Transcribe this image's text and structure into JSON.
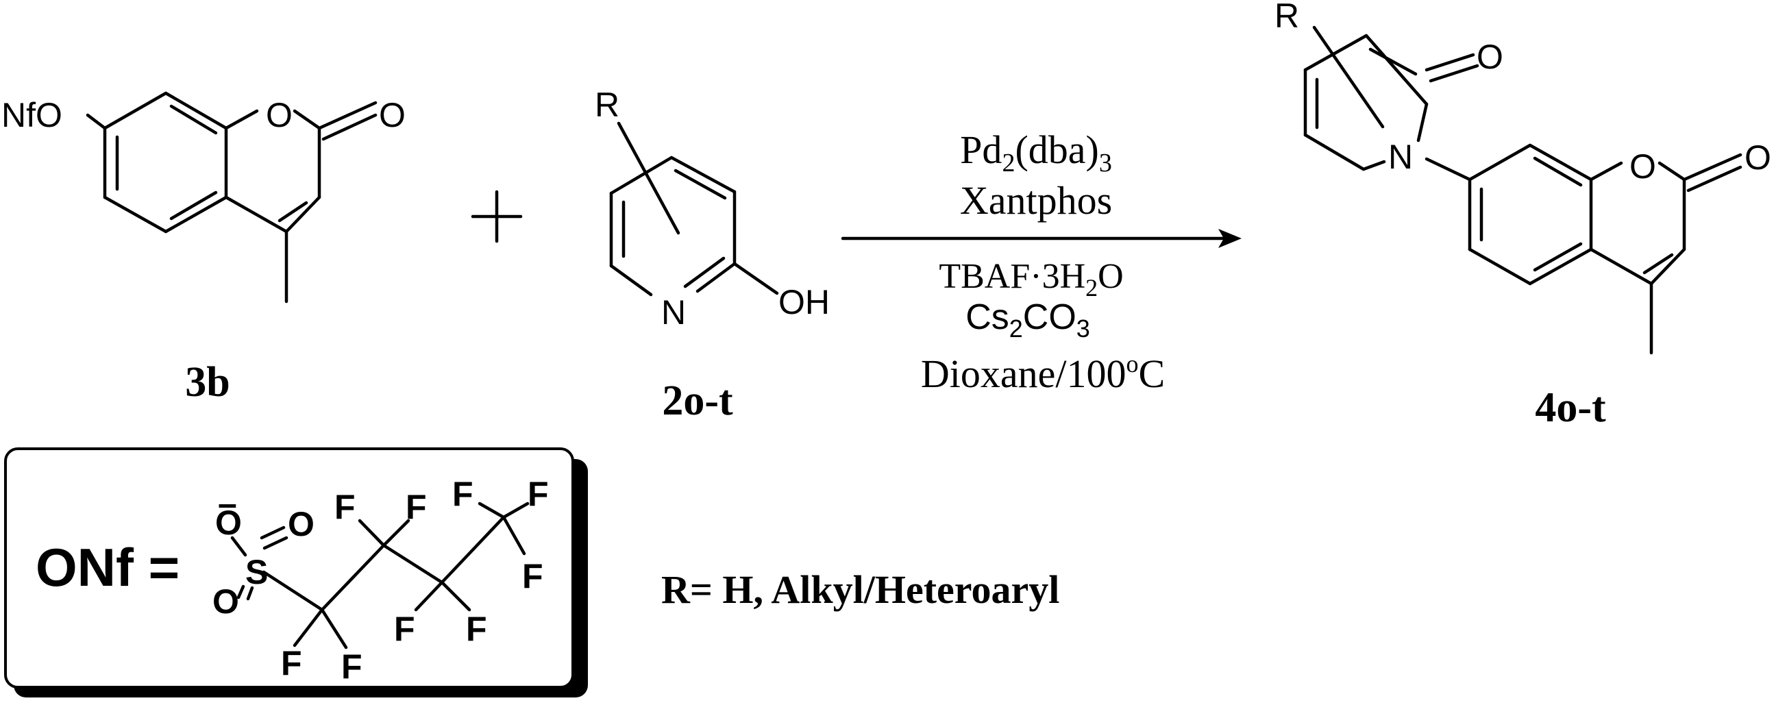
{
  "compounds": {
    "reactant1": {
      "label": "3b",
      "atom_nfo": "NfO",
      "atom_o_ring": "O",
      "atom_o_carbonyl": "O"
    },
    "reactant2": {
      "label": "2o-t",
      "atom_r": "R",
      "atom_n": "N",
      "atom_oh": "OH"
    },
    "product": {
      "label": "4o-t",
      "atom_r": "R",
      "atom_o_pyridone": "O",
      "atom_n": "N",
      "atom_o_ring": "O",
      "atom_o_carbonyl": "O"
    }
  },
  "plus_sign": "+",
  "conditions": {
    "catalyst": {
      "main": "Pd",
      "sub1": "2",
      "mid": "(dba)",
      "sub2": "3"
    },
    "ligand": "Xantphos",
    "additive": {
      "main": "TBAF",
      "dot": "·",
      "rest": "3H",
      "sub": "2",
      "end": "O"
    },
    "base": {
      "a": "Cs",
      "sub1": "2",
      "b": "CO",
      "sub2": "3"
    },
    "solvent": {
      "main": "Dioxane/100",
      "sup": "o",
      "end": "C"
    }
  },
  "definition_box": {
    "lhs": "ONf =",
    "charge": "–",
    "o_anion": "O",
    "o_top": "O",
    "s": "S",
    "o_bottom": "O",
    "fluorines": [
      "F",
      "F",
      "F",
      "F",
      "F",
      "F",
      "F",
      "F",
      "F"
    ]
  },
  "r_note": "R= H, Alkyl/Heteroaryl",
  "colors": {
    "ink": "#000000",
    "background": "#ffffff",
    "box_shadow": "#000000"
  }
}
